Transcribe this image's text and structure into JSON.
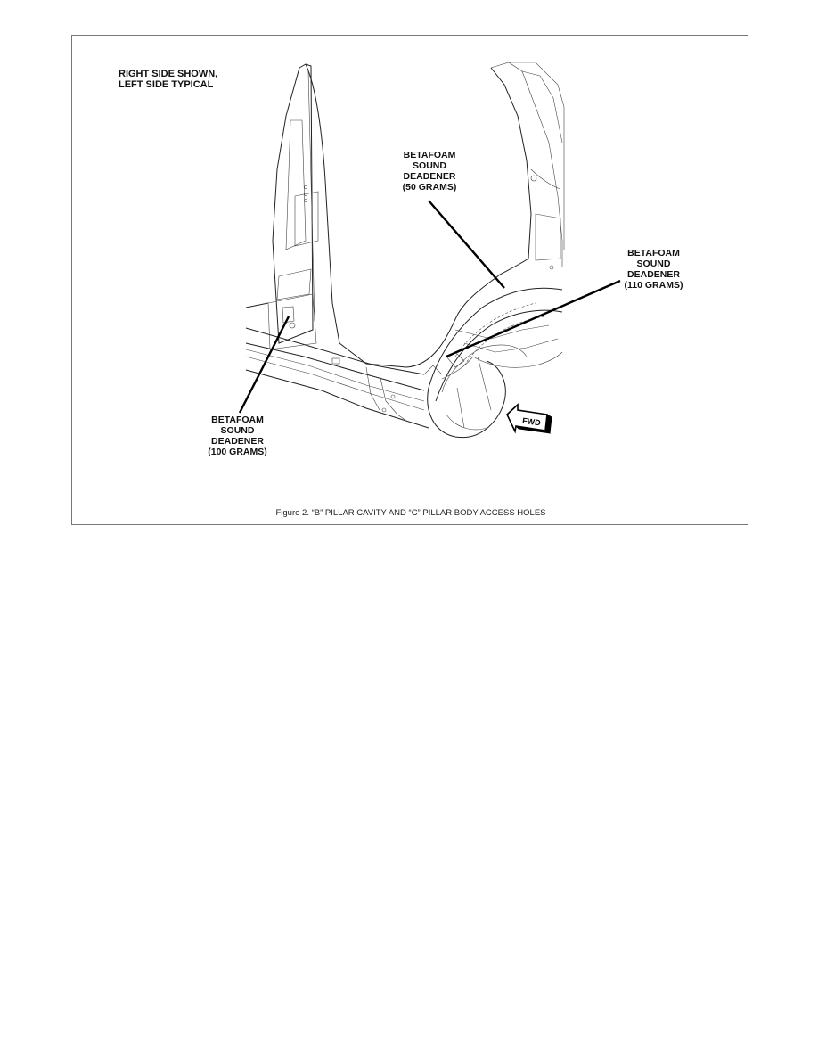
{
  "figure": {
    "note": "RIGHT SIDE SHOWN,\nLEFT SIDE TYPICAL",
    "callouts": [
      {
        "id": "top",
        "text": "BETAFOAM\nSOUND\nDEADENER\n(50 GRAMS)"
      },
      {
        "id": "right",
        "text": "BETAFOAM\nSOUND\nDEADENER\n(110 GRAMS)"
      },
      {
        "id": "left",
        "text": "BETAFOAM\nSOUND\nDEADENER\n(100 GRAMS)"
      }
    ],
    "direction_label": "FWD",
    "caption": "Figure 2.  “B” PILLAR CAVITY AND “C” PILLAR BODY ACCESS HOLES"
  }
}
